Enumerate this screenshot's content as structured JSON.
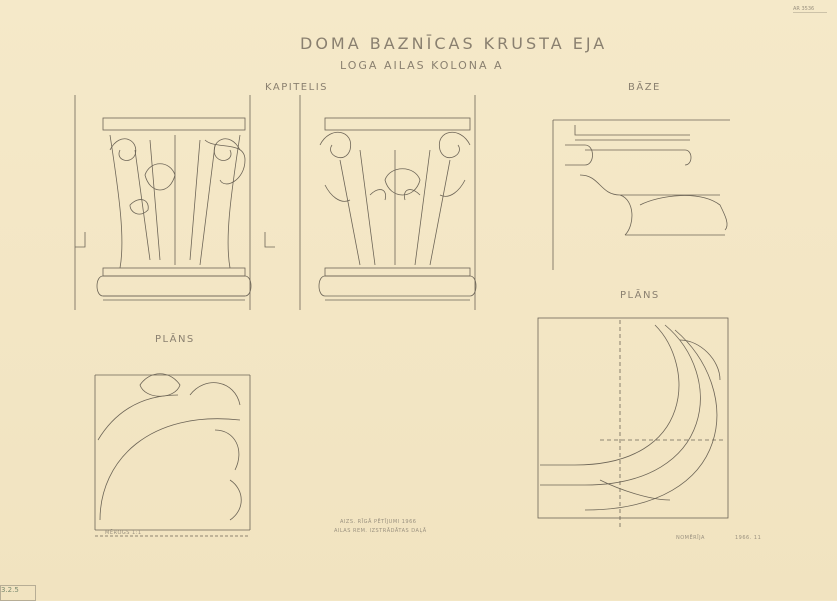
{
  "title": "DOMA BAZNĪCAS KRUSTA EJA",
  "subtitle": "LOGA AILAS KOLONA   A",
  "labels": {
    "capital": "KAPITELIS",
    "base": "BĀZE",
    "plan_left": "PLĀNS",
    "plan_right": "PLĀNS",
    "scale": "MĒROGS 1:1"
  },
  "notes": {
    "line1": "AIZS. RĪGĀ PĒTĪJUMI 1966",
    "line2": "AILAS REM. IZSTRĀDĀTAS DAĻĀ"
  },
  "signature_label": "NOMĒRĪJA",
  "signature_date": "1966. 11",
  "inventory_number": "AR 3536",
  "stamp": "3.2.5"
}
